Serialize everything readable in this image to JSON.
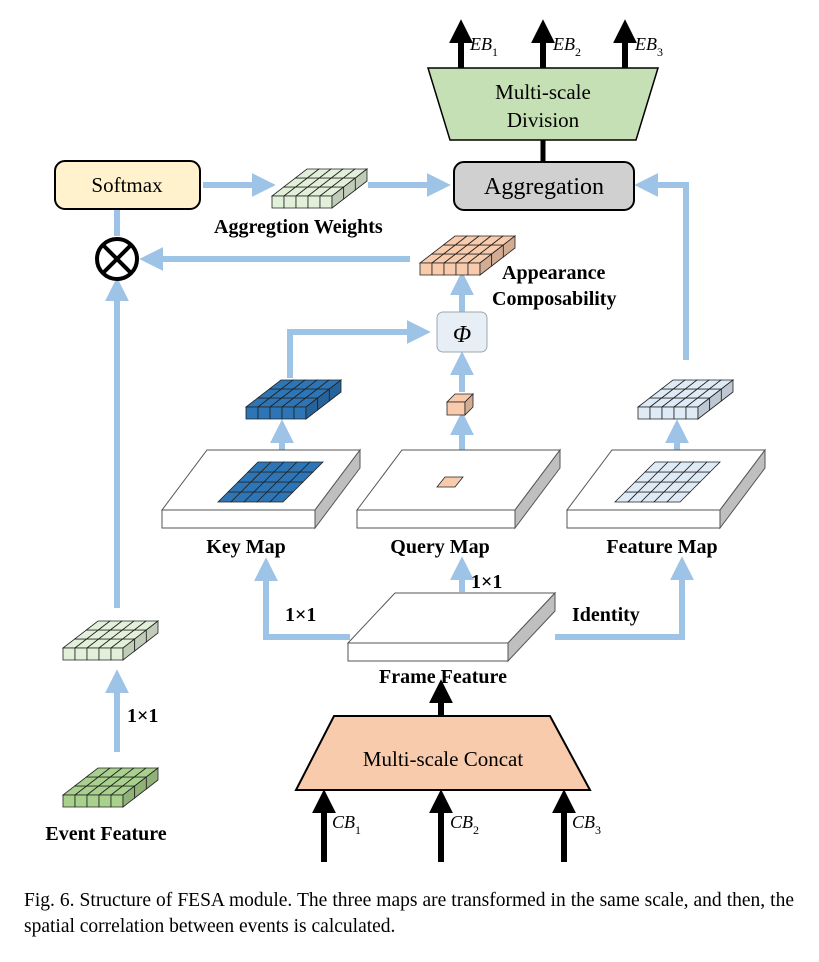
{
  "nodes": {
    "softmax": "Softmax",
    "aggregation": "Aggregation",
    "division_line1": "Multi-scale",
    "division_line2": "Division",
    "concat": "Multi-scale Concat",
    "phi": "Φ"
  },
  "labels": {
    "aggregation_weights": "Aggregtion Weights",
    "appearance_line1": "Appearance",
    "appearance_line2": "Composability",
    "key_map": "Key Map",
    "query_map": "Query Map",
    "feature_map": "Feature Map",
    "frame_feature": "Frame Feature",
    "event_feature": "Event Feature",
    "conv_left": "1×1",
    "conv_query": "1×1",
    "conv_event": "1×1",
    "identity": "Identity",
    "otimes": "⊗"
  },
  "outputs": [
    {
      "base": "EB",
      "sub": "1"
    },
    {
      "base": "EB",
      "sub": "2"
    },
    {
      "base": "EB",
      "sub": "3"
    }
  ],
  "inputs": [
    {
      "base": "CB",
      "sub": "1"
    },
    {
      "base": "CB",
      "sub": "2"
    },
    {
      "base": "CB",
      "sub": "3"
    }
  ],
  "caption": "Fig. 6.   Structure of FESA module. The three maps are transformed in the same scale, and then, the spatial correlation between events is calculated.",
  "colors": {
    "blue_arrow": "#9dc3e6",
    "softmax_fill": "#fff2cc",
    "aggregation_fill": "#d0d0d0",
    "division_fill": "#c5e0b4",
    "concat_fill": "#f8cbad",
    "key_dark": "#2e75b6",
    "feature_light": "#deebf7",
    "weights_green": "#e2f0d9",
    "event_green": "#a9d18e",
    "appearance_orange": "#f8cbad"
  }
}
